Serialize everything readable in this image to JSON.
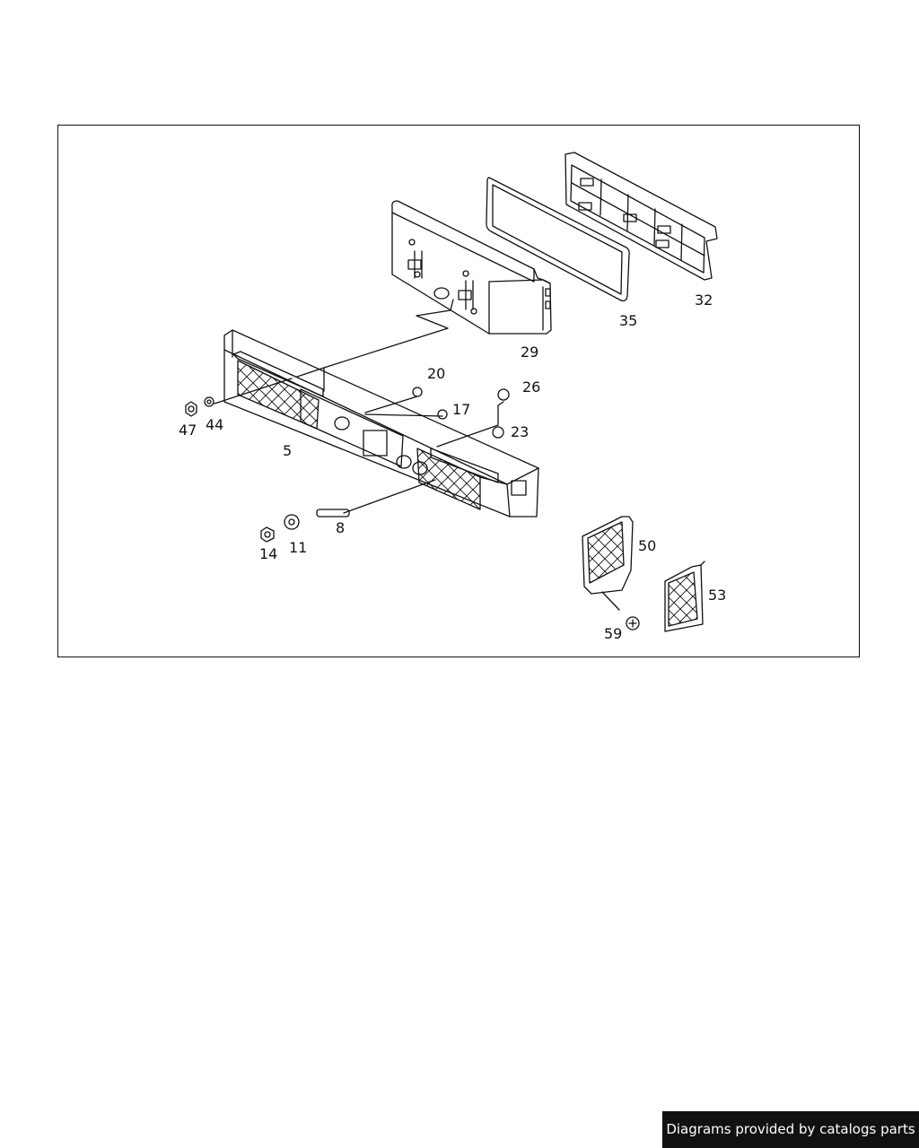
{
  "diagram": {
    "part_labels": {
      "p5": "5",
      "p8": "8",
      "p11": "11",
      "p14": "14",
      "p17": "17",
      "p20": "20",
      "p23": "23",
      "p26": "26",
      "p29": "29",
      "p32": "32",
      "p35": "35",
      "p44": "44",
      "p47": "47",
      "p50": "50",
      "p53": "53",
      "p59": "59"
    }
  },
  "footer": {
    "credit": "Diagrams provided by catalogs parts"
  }
}
